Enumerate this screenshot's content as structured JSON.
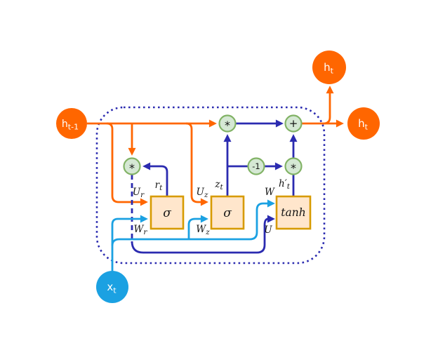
{
  "colors": {
    "orange": "#FF6600",
    "navy": "#2B2BB0",
    "light_blue": "#1BA1E2",
    "op_fill": "#D5E8D4",
    "op_stroke": "#82B366",
    "box_fill": "#FFE6CC",
    "box_stroke": "#D79B00",
    "node_text": "#FFFFFF",
    "label_text": "#141414",
    "background": "#FFFFFF"
  },
  "nodes": {
    "h_prev": {
      "base": "h",
      "sub": "t-1"
    },
    "h_out_top": {
      "base": "h",
      "sub": "t"
    },
    "h_out_right": {
      "base": "h",
      "sub": "t"
    },
    "x_in": {
      "base": "x",
      "sub": "t"
    }
  },
  "gates": {
    "sigma_r": "σ",
    "sigma_z": "σ",
    "tanh": "tanh"
  },
  "operators": {
    "mul_reset": "*",
    "mul_update": "*",
    "add": "+",
    "minus_one": "-1",
    "mul_candidate": "*"
  },
  "edge_labels": {
    "u_r": {
      "base": "U",
      "sub": "r"
    },
    "r_t": {
      "base": "r",
      "sub": "t"
    },
    "w_r": {
      "base": "W",
      "sub": "r"
    },
    "u_z": {
      "base": "U",
      "sub": "z"
    },
    "z_t": {
      "base": "z",
      "sub": "t"
    },
    "w_z": {
      "base": "W",
      "sub": "z"
    },
    "w": {
      "base": "W"
    },
    "h_cand": {
      "base": "h′",
      "sub": "t"
    },
    "u": {
      "base": "U"
    }
  }
}
